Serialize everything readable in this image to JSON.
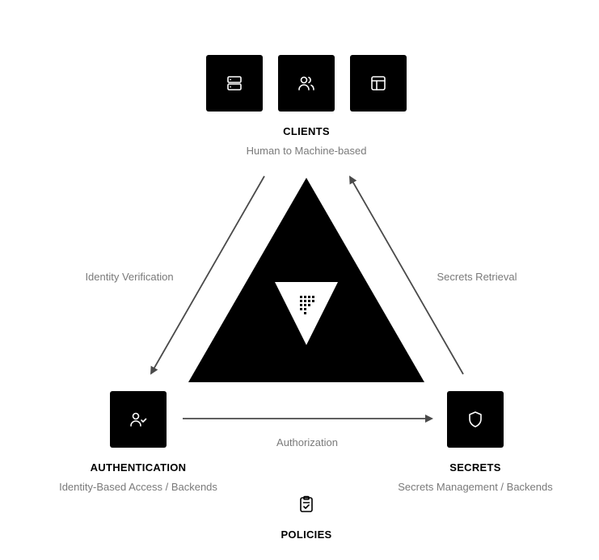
{
  "clients": {
    "title": "CLIENTS",
    "subtitle": "Human to Machine-based",
    "icons": [
      "server-icon",
      "users-icon",
      "layout-icon"
    ]
  },
  "authentication": {
    "title": "AUTHENTICATION",
    "subtitle": "Identity-Based Access / Backends",
    "icon": "user-check-icon"
  },
  "secrets": {
    "title": "SECRETS",
    "subtitle": "Secrets Management / Backends",
    "icon": "shield-icon"
  },
  "policies": {
    "title": "POLICIES",
    "icon": "clipboard-check-icon"
  },
  "edges": {
    "identity_verification": "Identity Verification",
    "authorization": "Authorization",
    "secrets_retrieval": "Secrets Retrieval"
  },
  "center_logo": "vault-logo-icon",
  "colors": {
    "primary": "#000000",
    "arrow": "#4a4a4a",
    "subtle_text": "#7a7a7a",
    "background": "#ffffff"
  }
}
